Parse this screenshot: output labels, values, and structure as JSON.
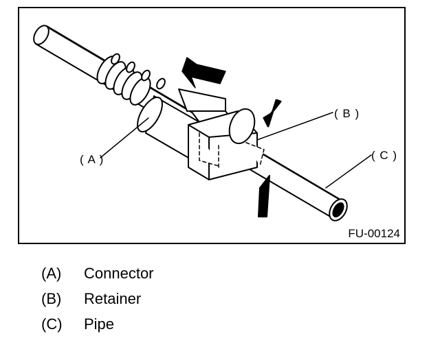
{
  "figure": {
    "code": "FU-00124",
    "callouts": {
      "a": "( A )",
      "b": "( B )",
      "c": "( C )"
    }
  },
  "legend": [
    {
      "key": "(A)",
      "text": "Connector"
    },
    {
      "key": "(B)",
      "text": "Retainer"
    },
    {
      "key": "(C)",
      "text": "Pipe"
    }
  ]
}
